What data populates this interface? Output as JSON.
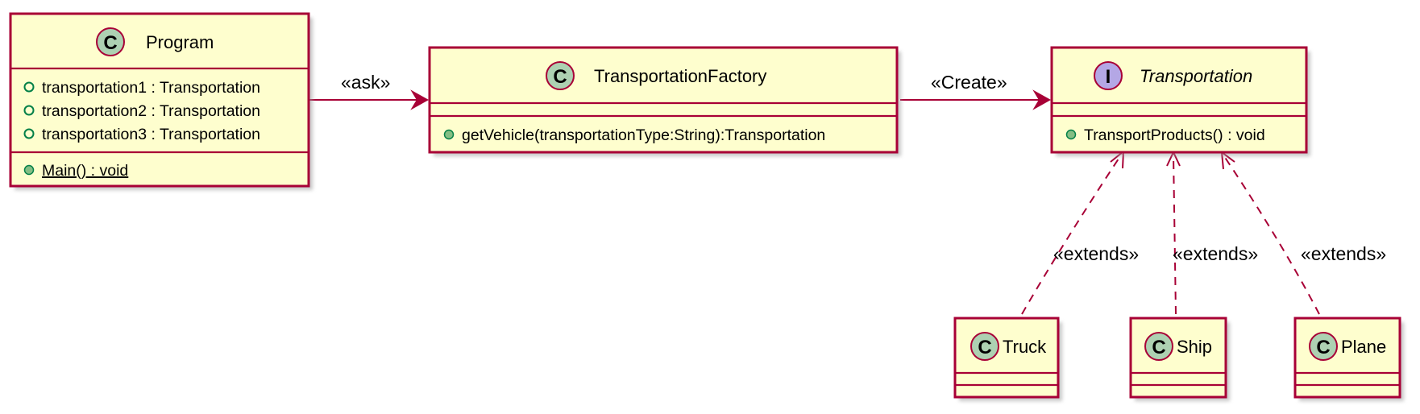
{
  "colors": {
    "border": "#a80036",
    "class_fill": "#fefece",
    "class_badge": "#add1b2",
    "interface_badge": "#b4a7e5",
    "public_method": "#84be84",
    "public_field": "#038048"
  },
  "classes": {
    "program": {
      "badge": "C",
      "name": "Program",
      "fields": [
        "transportation1 : Transportation",
        "transportation2 : Transportation",
        "transportation3 : Transportation"
      ],
      "methods": [
        "Main() : void"
      ]
    },
    "factory": {
      "badge": "C",
      "name": "TransportationFactory",
      "methods": [
        "getVehicle(transportationType:String):Transportation"
      ]
    },
    "transportation": {
      "badge": "I",
      "name": "Transportation",
      "methods": [
        "TransportProducts() : void"
      ]
    },
    "truck": {
      "badge": "C",
      "name": "Truck"
    },
    "ship": {
      "badge": "C",
      "name": "Ship"
    },
    "plane": {
      "badge": "C",
      "name": "Plane"
    }
  },
  "relations": {
    "program_factory": "«ask»",
    "factory_transportation": "«Create»",
    "truck_transportation": "«extends»",
    "ship_transportation": "«extends»",
    "plane_transportation": "«extends»"
  }
}
